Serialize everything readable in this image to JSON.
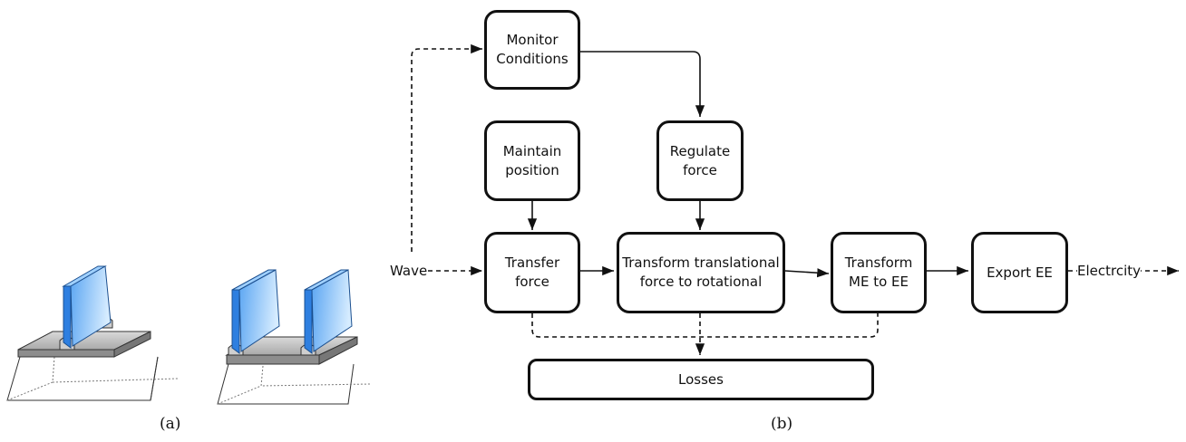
{
  "captions": {
    "a": "(a)",
    "b": "(b)"
  },
  "flow": {
    "input_label": "Wave",
    "output_label": "Electrcity",
    "nodes": {
      "monitor": "Monitor\nConditions",
      "maintain": "Maintain\nposition",
      "regulate": "Regulate\nforce",
      "transfer": "Transfer\nforce",
      "transform_rot": "Transform translational\nforce to rotational",
      "transform_ee": "Transform\nME to EE",
      "export": "Export EE",
      "losses": "Losses"
    }
  },
  "colors": {
    "stroke": "#111111",
    "panel_blue_light": "#a9d6ff",
    "panel_blue_dark": "#2e7fe0",
    "platform_gray": "#bdbdbd"
  }
}
